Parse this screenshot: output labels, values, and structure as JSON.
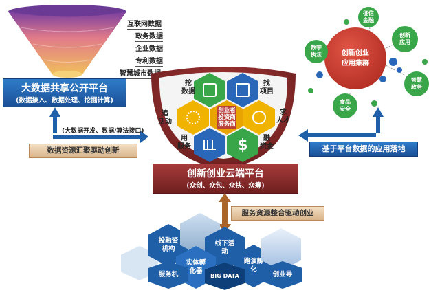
{
  "funnel": {
    "sources": [
      "互联网数据",
      "政务数据",
      "企业数据",
      "专利数据",
      "智慧城市数据"
    ],
    "platform_title": "大数据共享公开平台",
    "platform_sub": "(数据接入、数据处理、挖掘计算)"
  },
  "flows": {
    "left_interface": "(大数据开发、数据/算法接口)",
    "left_driver": "数据资源汇聚驱动创新",
    "right_driver": "基于平台数据的应用落地",
    "bottom_driver": "服务资源整合驱动创业"
  },
  "center": {
    "labels": {
      "dig_data": "挖\n数据",
      "find_project": "找\n项目",
      "seek_talent": "求\n人才",
      "financing": "融\n资金",
      "use_service": "用\n服务",
      "chase_activity": "追\n活动"
    },
    "core_text": "创业者\n投资商\n服务商",
    "platform_title": "创新创业云端平台",
    "platform_sub": "(众创、众包、众扶、众筹)"
  },
  "cluster": {
    "title": "创新创业\n应用集群",
    "apps": {
      "credit_finance": "征信\n金融",
      "digital_enforcement": "数字\n执法",
      "innovation_app": "创新\n应用",
      "smart_gov": "智慧\n政务",
      "food_safety": "食品\n安全"
    }
  },
  "services": {
    "investment": "投融资\n机构",
    "incubator": "实体孵\n化器",
    "offline": "线下活\n动",
    "roadshow": "路演孵\n化",
    "service_org": "服务机",
    "startup_guide": "创业导",
    "bigdata_text": "BIG DATA"
  },
  "colors": {
    "blue": "#1f5fa8",
    "dark_red": "#8e2b2b",
    "orange_tag": "#e0bf93",
    "hex_green": "#3aa64a",
    "hex_blue": "#2a67b8",
    "hex_yellow": "#f0b400",
    "cluster_red": "#c0392b"
  }
}
